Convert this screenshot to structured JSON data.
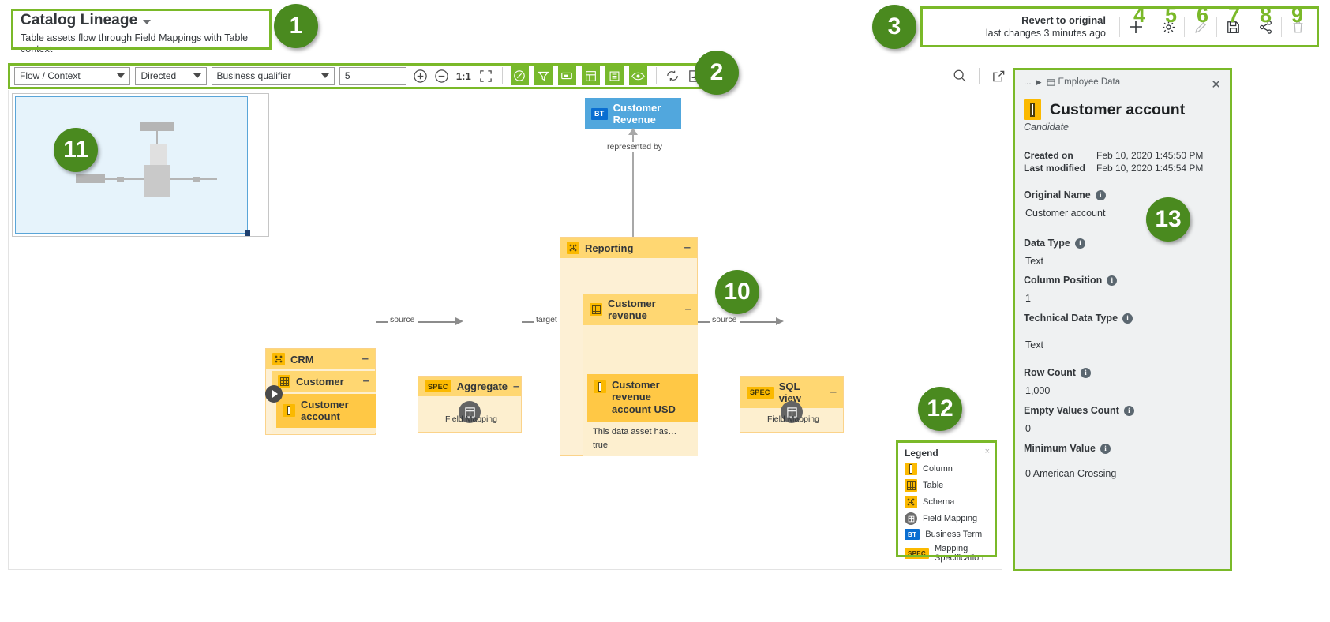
{
  "header": {
    "title": "Catalog Lineage",
    "subtitle": "Table assets flow through Field Mappings with Table context",
    "dropdown_icon": "caret-down-icon"
  },
  "revert": {
    "title": "Revert to original",
    "subtitle": "last changes 3 minutes ago",
    "actions": [
      {
        "name": "add-icon",
        "glyph": "+"
      },
      {
        "name": "settings-gear-icon",
        "glyph": "gear"
      },
      {
        "name": "edit-pencil-icon",
        "glyph": "pencil"
      },
      {
        "name": "save-floppy-icon",
        "glyph": "floppy"
      },
      {
        "name": "share-icon",
        "glyph": "share"
      },
      {
        "name": "delete-trash-icon",
        "glyph": "trash"
      }
    ]
  },
  "toolbar": {
    "flow_context": "Flow / Context",
    "direction": "Directed",
    "qualifier": "Business qualifier",
    "depth": "5",
    "zoom_in": "zoom-in-icon",
    "zoom_out": "zoom-out-icon",
    "ratio": "1:1",
    "fit": "fit-to-screen-icon",
    "toggles": [
      "compass-icon",
      "filter-icon",
      "label-icon",
      "layout-icon",
      "list-icon",
      "eye-icon"
    ],
    "refresh": "refresh-icon",
    "export": "export-icon",
    "search": "search-icon",
    "open_new": "open-in-new-window-icon"
  },
  "canvas": {
    "nodes": {
      "business_term": {
        "badge": "BT",
        "line1": "Customer",
        "line2": "Revenue"
      },
      "crm_schema": {
        "label": "CRM",
        "collapse": "–"
      },
      "customer_table": {
        "label": "Customer",
        "collapse": "–"
      },
      "customer_account_col": {
        "line1": "Customer",
        "line2": "account"
      },
      "aggregate_spec": {
        "badge": "SPEC",
        "label": "Aggregate",
        "collapse": "–"
      },
      "aggregate_fm": {
        "caption": "Field Mapping"
      },
      "reporting_schema": {
        "label": "Reporting",
        "collapse": "–"
      },
      "customer_revenue_table": {
        "line1": "Customer",
        "line2": "revenue",
        "collapse": "–"
      },
      "customer_revenue_account_usd": {
        "line1": "Customer",
        "line2": "revenue",
        "line3": "account USD",
        "desc1": "This data asset has…",
        "desc2": "true"
      },
      "sql_view_spec": {
        "badge": "SPEC",
        "label": "SQL view",
        "collapse": "–"
      },
      "sql_view_fm": {
        "caption": "Field Mapping"
      }
    },
    "edges": {
      "represented_by": "represented by",
      "source_1": "source",
      "target_1": "target",
      "source_2": "source"
    }
  },
  "legend": {
    "title": "Legend",
    "close": "×",
    "items": [
      {
        "icon": "column-icon",
        "label": "Column"
      },
      {
        "icon": "table-icon",
        "label": "Table"
      },
      {
        "icon": "schema-icon",
        "label": "Schema"
      },
      {
        "icon": "field-mapping-icon",
        "label": "Field Mapping"
      },
      {
        "icon": "business-term-icon",
        "label": "Business Term"
      },
      {
        "icon": "mapping-specification-icon",
        "label": "Mapping Specification"
      }
    ]
  },
  "details": {
    "breadcrumb_ellipsis": "...",
    "breadcrumb_sep": "▶",
    "breadcrumb_item": "Employee Data",
    "close": "✕",
    "title": "Customer account",
    "subtitle": "Candidate",
    "created_on_label": "Created on",
    "created_on_value": "Feb 10, 2020 1:45:50 PM",
    "last_modified_label": "Last modified",
    "last_modified_value": "Feb 10, 2020 1:45:54 PM",
    "fields": [
      {
        "label": "Original Name",
        "value": "Customer account"
      },
      {
        "label": "Data Type",
        "value": "Text"
      },
      {
        "label": "Column Position",
        "value": "1"
      },
      {
        "label": "Technical Data Type",
        "value": "Text"
      },
      {
        "label": "Row Count",
        "value": "1,000"
      },
      {
        "label": "Empty Values Count",
        "value": "0"
      },
      {
        "label": "Minimum Value",
        "value": "0 American Crossing"
      }
    ]
  },
  "annotations": {
    "badges": [
      "1",
      "2",
      "3",
      "10",
      "11",
      "12",
      "13"
    ],
    "numbers": [
      "4",
      "5",
      "6",
      "7",
      "8",
      "9"
    ]
  },
  "colors": {
    "annotation_green": "#7ab929",
    "badge_green": "#4a8a1f",
    "node_amber": "#ffd772",
    "column_amber": "#ffc845",
    "business_term_blue": "#51a7dd",
    "toolbar_green": "#77b92c"
  }
}
